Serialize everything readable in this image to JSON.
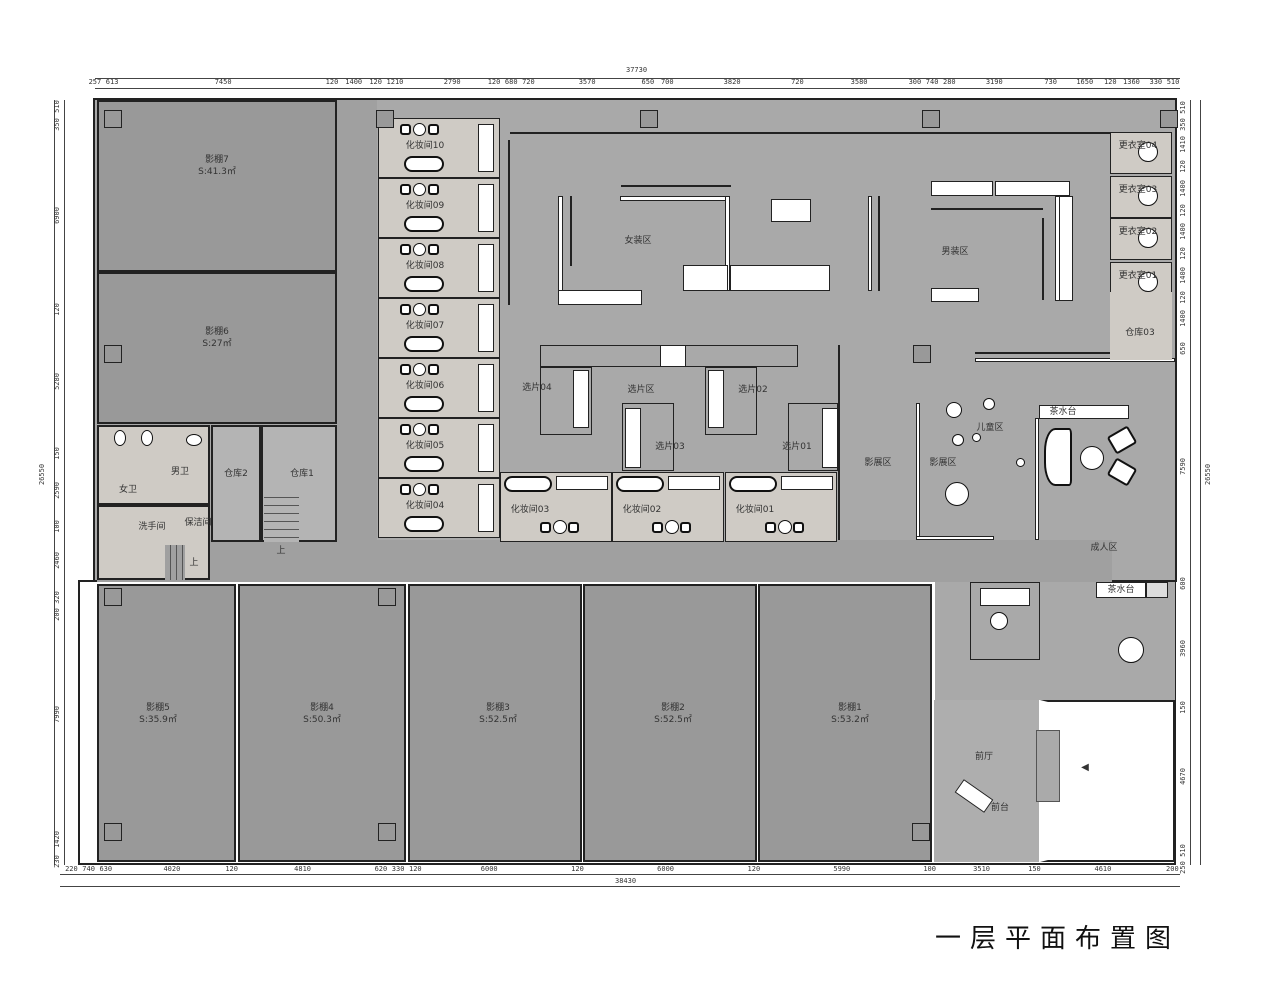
{
  "title": "一层平面布置图",
  "dimensions": {
    "top_total": "37730",
    "bottom_total": "38430",
    "left_total": "26550",
    "right_total": "26550",
    "top": [
      "257",
      "613",
      "7450",
      "120",
      "1400",
      "120",
      "1210",
      "2790",
      "120",
      "680",
      "720",
      "3570",
      "650",
      "700",
      "3820",
      "720",
      "3580",
      "300",
      "740",
      "280",
      "3190",
      "730",
      "1650",
      "120",
      "1360",
      "330",
      "510"
    ],
    "bottom": [
      "220",
      "740",
      "630",
      "4020",
      "120",
      "4810",
      "620",
      "330",
      "120",
      "6000",
      "120",
      "6000",
      "120",
      "5990",
      "100",
      "3510",
      "150",
      "4610",
      "200"
    ],
    "left": [
      "510",
      "350",
      "6900",
      "120",
      "5280",
      "150",
      "2590",
      "100",
      "2460",
      "320",
      "200",
      "7990",
      "1420",
      "230"
    ],
    "right": [
      "510",
      "350",
      "1410",
      "120",
      "1400",
      "120",
      "1400",
      "120",
      "1400",
      "120",
      "1400",
      "650",
      "7590",
      "600",
      "3960",
      "150",
      "4670",
      "510",
      "250"
    ]
  },
  "studios": [
    {
      "name": "影棚7",
      "area": "S:41.3㎡"
    },
    {
      "name": "影棚6",
      "area": "S:27㎡"
    },
    {
      "name": "影棚5",
      "area": "S:35.9㎡"
    },
    {
      "name": "影棚4",
      "area": "S:50.3㎡"
    },
    {
      "name": "影棚3",
      "area": "S:52.5㎡"
    },
    {
      "name": "影棚2",
      "area": "S:52.5㎡"
    },
    {
      "name": "影棚1",
      "area": "S:53.2㎡"
    }
  ],
  "makeup_rooms_column": [
    "化妆间10",
    "化妆间09",
    "化妆间08",
    "化妆间07",
    "化妆间06",
    "化妆间05",
    "化妆间04"
  ],
  "makeup_rooms_row": [
    "化妆间03",
    "化妆间02",
    "化妆间01"
  ],
  "fitting_rooms": [
    "更衣室04",
    "更衣室03",
    "更衣室02",
    "更衣室01"
  ],
  "zones": {
    "womens": "女装区",
    "mens": "男装区",
    "selection": "选片区",
    "select01": "选片01",
    "select02": "选片02",
    "select03": "选片03",
    "select04": "选片04",
    "exhibition_a": "影展区",
    "exhibition_b": "影展区",
    "kids": "儿童区",
    "adults": "成人区",
    "tea_a": "茶水台",
    "tea_b": "茶水台",
    "storage3": "仓库03",
    "storage2": "仓库2",
    "storage1": "仓库1",
    "female_wc": "女卫",
    "male_wc": "男卫",
    "washroom": "洗手间",
    "cleaning": "保洁间",
    "lobby": "前厅",
    "reception": "前台",
    "up_a": "上",
    "up_b": "上"
  }
}
